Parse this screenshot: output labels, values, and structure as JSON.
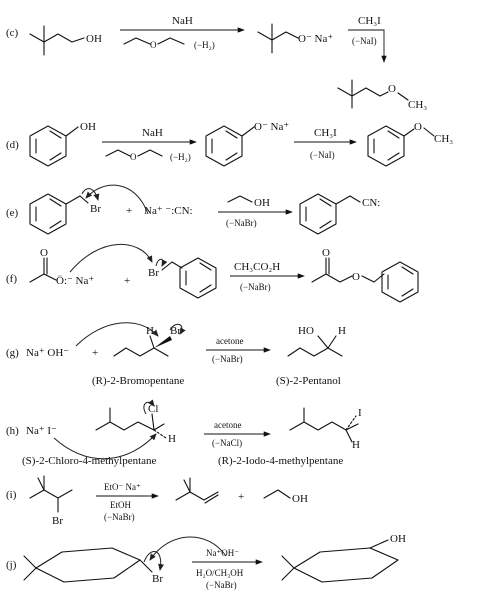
{
  "rows": {
    "c": {
      "label": "(c)",
      "reactant_group": "OH",
      "reagent_top": "NaH",
      "byproduct": "(−H₂)",
      "alkoxide": "O⁻ Na⁺",
      "step2_reagent": "CH₃I",
      "step2_byproduct": "(−NaI)",
      "product_o": "O",
      "product_ch3": "CH₃"
    },
    "d": {
      "label": "(d)",
      "reactant_group": "OH",
      "reagent_top": "NaH",
      "byproduct": "(−H₂)",
      "solvent_o": "O",
      "phenoxide": "O⁻ Na⁺",
      "step2_reagent": "CH₃I",
      "step2_byproduct": "(−NaI)",
      "product_o": "O",
      "product_ch3": "CH₃"
    },
    "e": {
      "label": "(e)",
      "leaving_group": "Br",
      "plus": "+",
      "nucleophile": "Na⁺ ⁻:CN:",
      "solvent": "OH",
      "byproduct": "(−NaBr)",
      "product_group": "CN:"
    },
    "f": {
      "label": "(f)",
      "carbonyl_o": "O",
      "carboxylate": "Ö:⁻ Na⁺",
      "plus": "+",
      "leaving_group": "Br",
      "reagent_top": "CH₃CO₂H",
      "byproduct": "(−NaBr)",
      "product_carbonyl_o": "O",
      "product_o": "O"
    },
    "g": {
      "label": "(g)",
      "nucleophile": "Na⁺ OH⁻",
      "plus": "+",
      "sub_h": "H",
      "sub_br": "Br",
      "reagent_top": "acetone",
      "byproduct": "(−NaBr)",
      "prod_ho": "HO",
      "prod_h": "H",
      "reactant_name": "(R)-2-Bromopentane",
      "product_name": "(S)-2-Pentanol"
    },
    "h": {
      "label": "(h)",
      "nucleophile": "Na⁺ I⁻",
      "sub_cl": "Cl",
      "sub_h": "H",
      "reagent_top": "acetone",
      "byproduct": "(−NaCl)",
      "prod_i": "I",
      "prod_h": "H",
      "reactant_name": "(S)-2-Chloro-4-methylpentane",
      "product_name": "(R)-2-Iodo-4-methylpentane"
    },
    "i": {
      "label": "(i)",
      "sub_br": "Br",
      "reagent_top": "EtO⁻ Na⁺",
      "reagent_mid": "EtOH",
      "byproduct": "(−NaBr)",
      "plus": "+",
      "coproduct": "OH"
    },
    "j": {
      "label": "(j)",
      "sub_br": "Br",
      "reagent_top": "Na⁺OH⁻",
      "reagent_mid": "H₂O/CH₃OH",
      "byproduct": "(−NaBr)",
      "prod_oh": "OH"
    }
  }
}
